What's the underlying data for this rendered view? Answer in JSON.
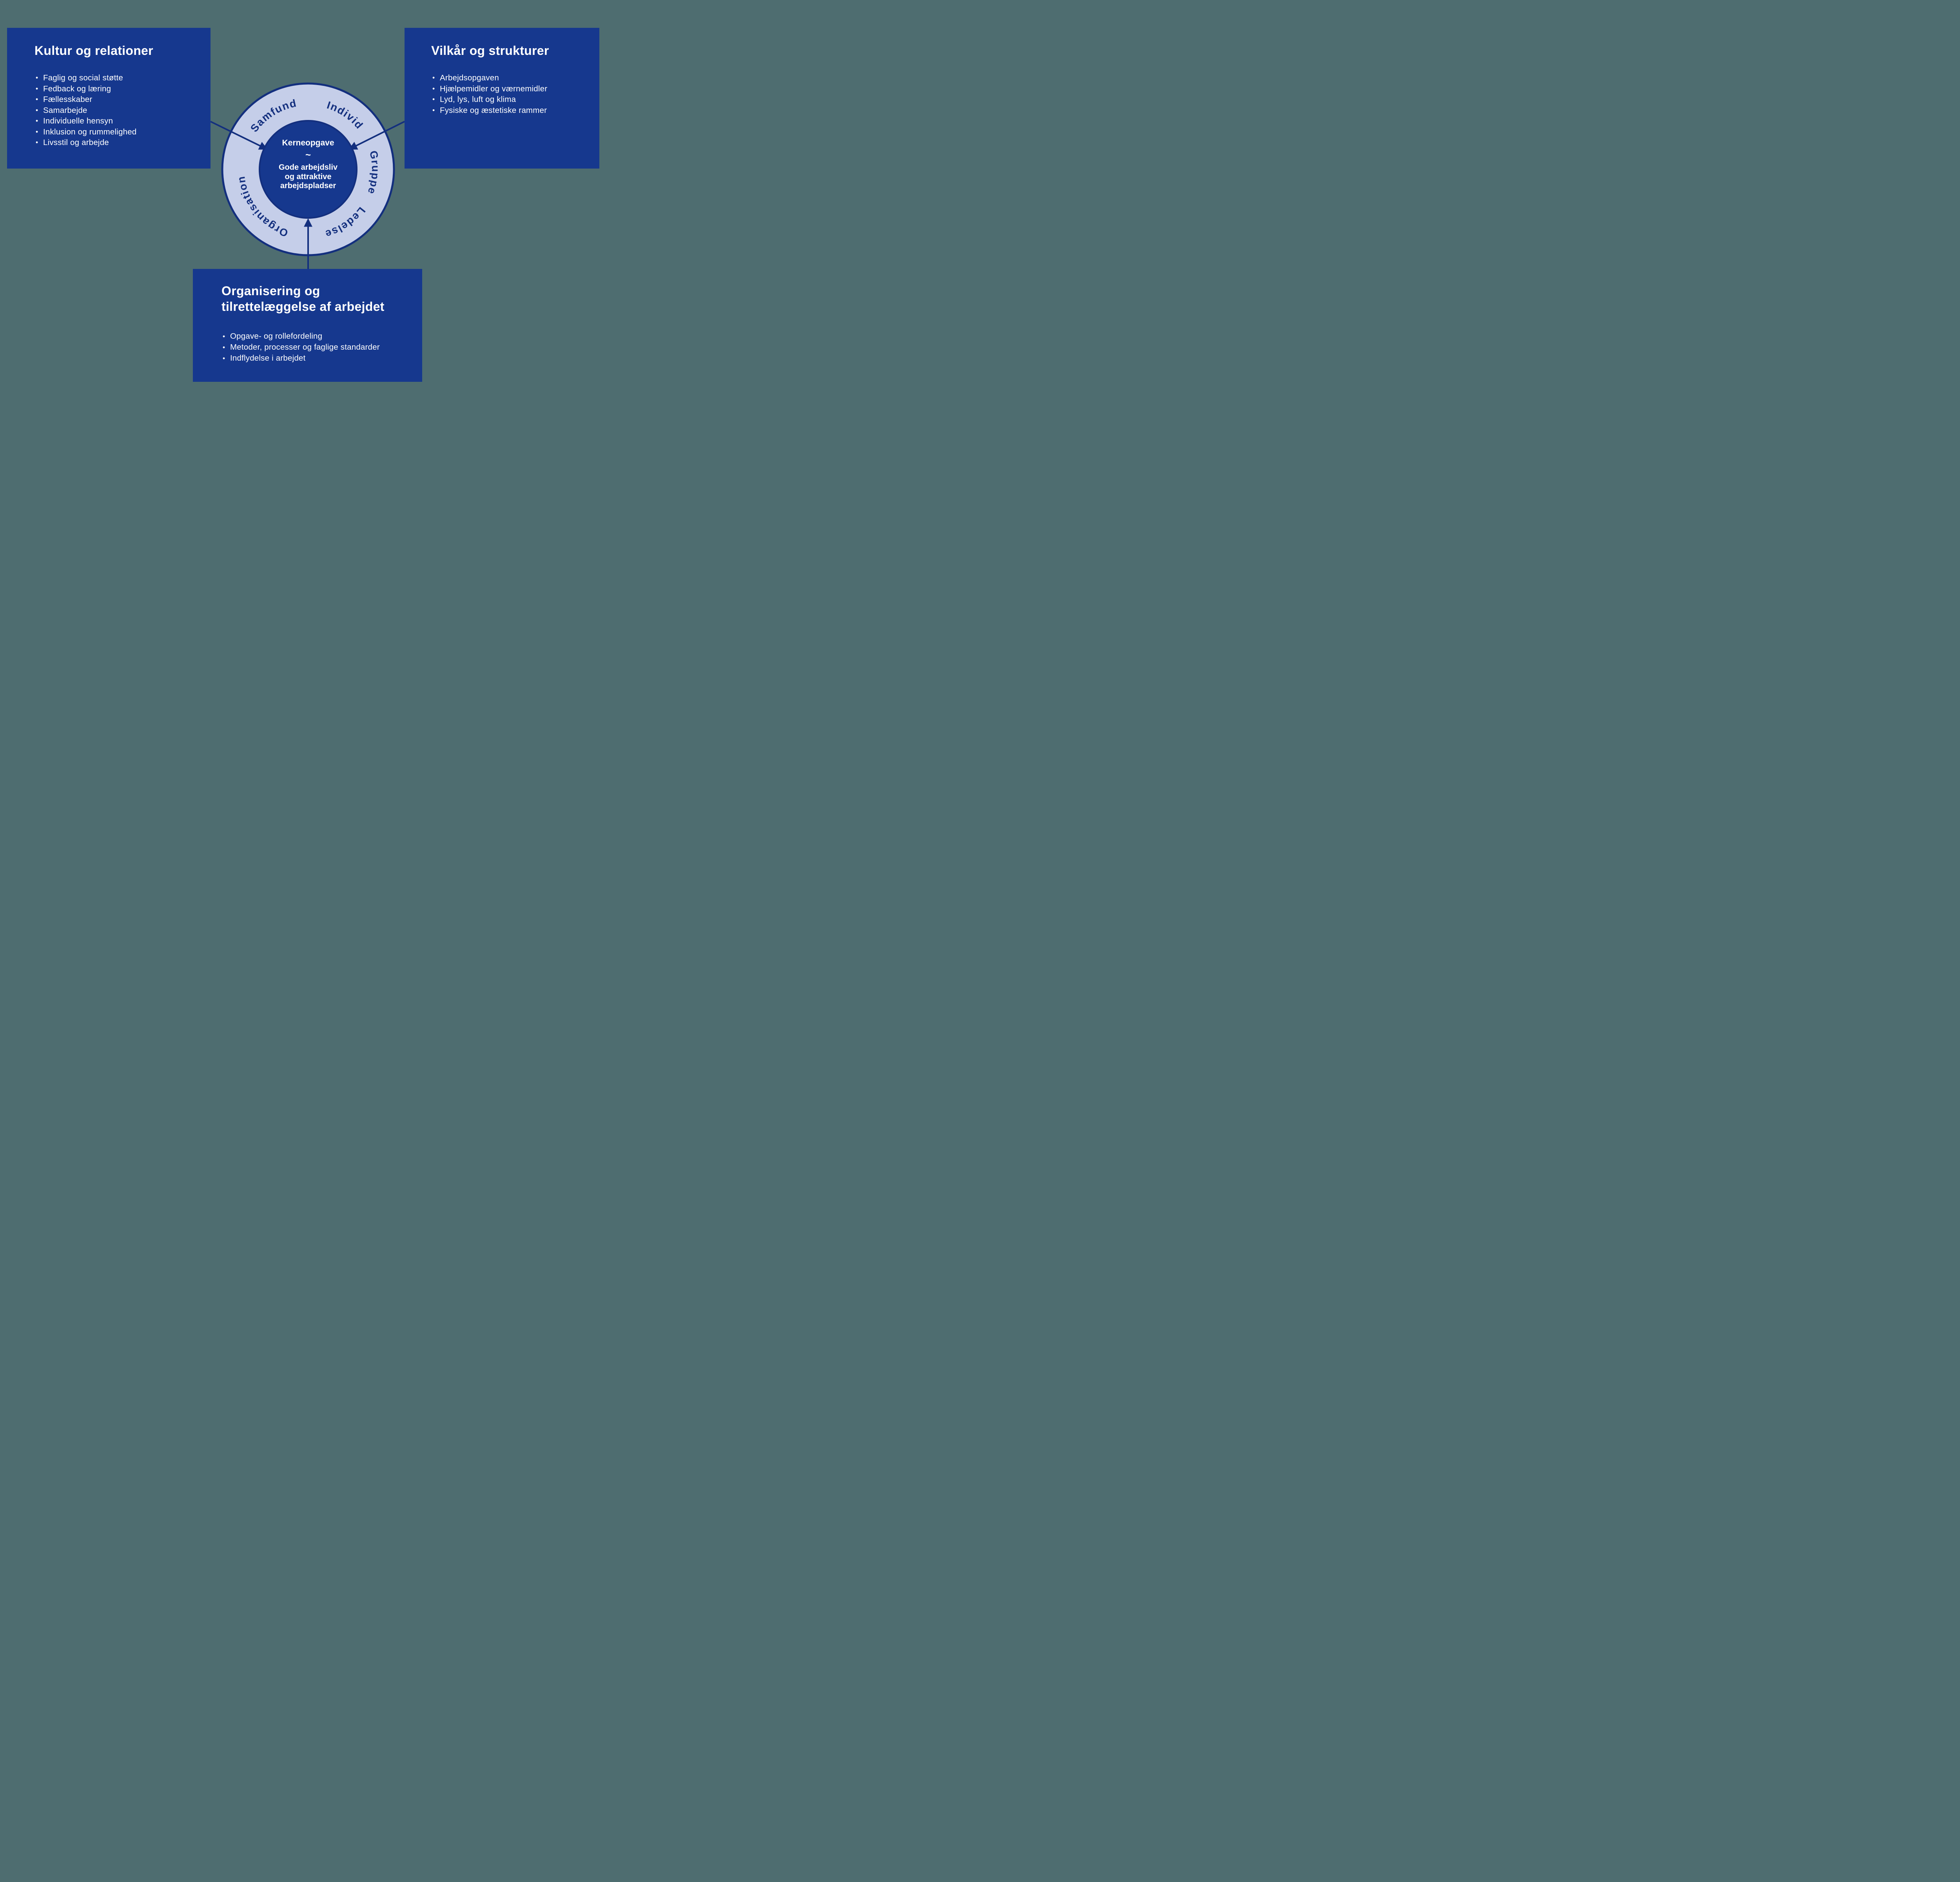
{
  "colors": {
    "background": "#4e6d70",
    "panel_blue": "#16388e",
    "ring_fill": "#c5cee9",
    "navy": "#132f7e",
    "text_white": "#ffffff"
  },
  "boxes": {
    "culture": {
      "title": "Kultur og relationer",
      "items": [
        "Faglig og social støtte",
        "Fedback og læring",
        "Fællesskaber",
        "Samarbejde",
        "Individuelle hensyn",
        "Inklusion og rummelighed",
        "Livsstil og arbejde"
      ]
    },
    "vilkaar": {
      "title": "Vilkår og strukturer",
      "items": [
        "Arbejdsopgaven",
        "Hjælpemidler og værnemidler",
        "Lyd, lys, luft og klima",
        "Fysiske og æstetiske rammer"
      ]
    },
    "organisering": {
      "title_lines": [
        "Organisering og",
        "tilrettelæggelse af arbejdet"
      ],
      "items": [
        "Opgave- og rollefordeling",
        "Metoder, processer og faglige standarder",
        "Indflydelse i arbejdet"
      ]
    }
  },
  "ring": {
    "labels": {
      "samfund": "Samfund",
      "individ": "Individ",
      "gruppe": "Gruppe",
      "ledelse": "Ledelse",
      "organisation": "Organisation"
    }
  },
  "center": {
    "title": "Kerneopgave",
    "tilde": "~",
    "lines": [
      "Gode arbejdsliv",
      "og attraktive",
      "arbejdspladser"
    ]
  }
}
